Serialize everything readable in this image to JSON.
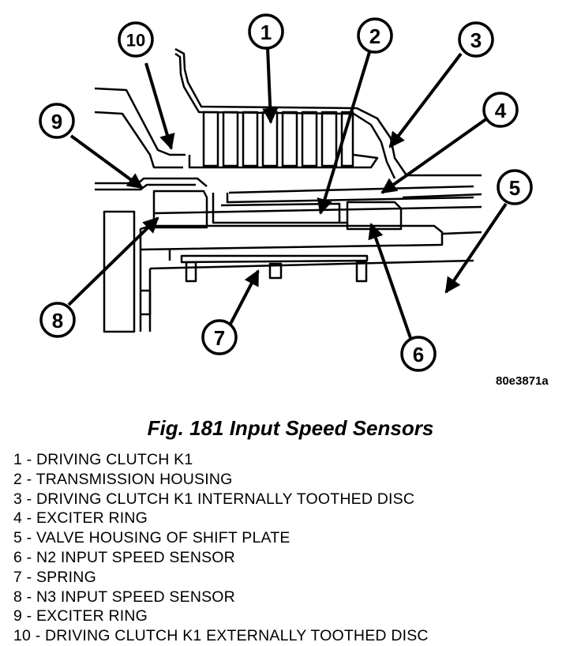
{
  "figure": {
    "code": "80e3871a",
    "title": "Fig. 181 Input Speed Sensors"
  },
  "callouts": [
    "1",
    "2",
    "3",
    "4",
    "5",
    "6",
    "7",
    "8",
    "9",
    "10"
  ],
  "legend": [
    "1 - DRIVING CLUTCH K1",
    "2 - TRANSMISSION HOUSING",
    "3 - DRIVING CLUTCH K1 INTERNALLY TOOTHED DISC",
    "4 - EXCITER RING",
    "5 - VALVE HOUSING OF SHIFT PLATE",
    "6 - N2 INPUT SPEED SENSOR",
    "7 - SPRING",
    "8 - N3 INPUT SPEED SENSOR",
    "9 - EXCITER RING",
    "10 - DRIVING CLUTCH K1 EXTERNALLY TOOTHED DISC"
  ]
}
